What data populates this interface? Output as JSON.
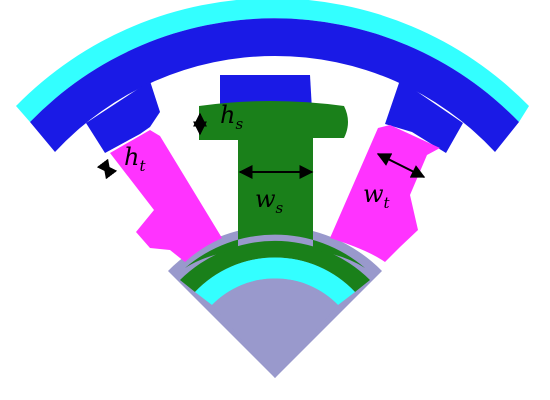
{
  "colors": {
    "outer_ring": "#33ffff",
    "yoke": "#1a1ae6",
    "pole": "#1a801a",
    "magnet": "#ff33ff",
    "core": "#9999cc",
    "inner_ring": "#33ffff",
    "outline": "#000000"
  },
  "labels": {
    "hs": {
      "main": "h",
      "sub": "s"
    },
    "ht": {
      "main": "h",
      "sub": "t"
    },
    "ws": {
      "main": "w",
      "sub": "s"
    },
    "wt": {
      "main": "w",
      "sub": "t"
    }
  }
}
